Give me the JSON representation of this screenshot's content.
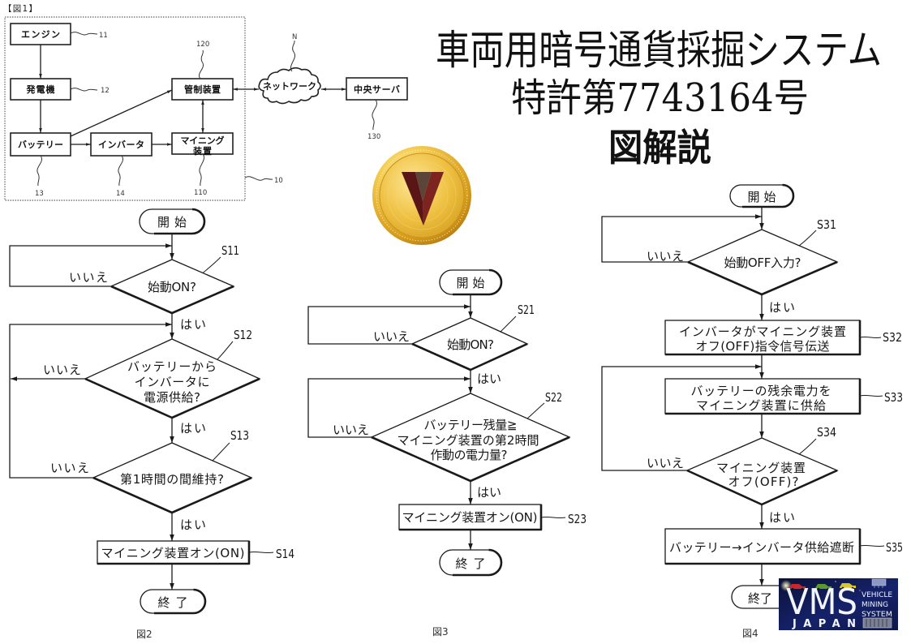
{
  "header": {
    "title_line1": "車両用暗号通貨採掘システム",
    "title_line2": {
      "prefix": "特許第",
      "number": "7743164",
      "suffix": "号"
    },
    "title_line3": "図解説"
  },
  "common": {
    "start": "開始",
    "end": "終了",
    "yes": "はい",
    "no": "いいえ"
  },
  "fig1": {
    "label": "【図1】",
    "blocks": {
      "engine": "エンジン",
      "generator": "発電機",
      "battery": "バッテリー",
      "inverter": "インバータ",
      "mining_line1": "マイニング",
      "mining_line2": "装置",
      "control": "管制装置",
      "network": "ネットワーク",
      "server": "中央サーバ"
    },
    "refs": {
      "engine": "11",
      "generator": "12",
      "battery": "13",
      "inverter": "14",
      "mining": "110",
      "control": "120",
      "network": "N",
      "server": "130",
      "vehicle": "10"
    }
  },
  "fig2": {
    "caption": "図2",
    "s11": {
      "id": "S11",
      "lines": [
        "始動ON?"
      ]
    },
    "s12": {
      "id": "S12",
      "lines": [
        "バッテリーから",
        "インバータに",
        "電源供給?"
      ]
    },
    "s13": {
      "id": "S13",
      "lines": [
        "第1時間の間維持?"
      ]
    },
    "s14": {
      "id": "S14",
      "lines": [
        "マイニング装置オン(ON)"
      ]
    }
  },
  "fig3": {
    "caption": "図3",
    "s21": {
      "id": "S21",
      "lines": [
        "始動ON?"
      ]
    },
    "s22": {
      "id": "S22",
      "lines": [
        "バッテリー残量≧",
        "マイニング装置の第2時間",
        "作動の電力量?"
      ]
    },
    "s23": {
      "id": "S23",
      "lines": [
        "マイニング装置オン(ON)"
      ]
    }
  },
  "fig4": {
    "caption": "図4",
    "s31": {
      "id": "S31",
      "lines": [
        "始動OFF入力?"
      ]
    },
    "s32": {
      "id": "S32",
      "lines": [
        "インバータがマイニング装置",
        "オフ(OFF)指令信号伝送"
      ]
    },
    "s33": {
      "id": "S33",
      "lines": [
        "バッテリーの残余電力を",
        "マイニング装置に供給"
      ]
    },
    "s34": {
      "id": "S34",
      "lines": [
        "マイニング装置",
        "オフ(OFF)?"
      ]
    },
    "s35": {
      "id": "S35",
      "lines": [
        "バッテリー→インバータ供給遮断"
      ]
    }
  },
  "icons": {
    "coin": "v-coin-icon",
    "logo": "vms-japan-logo"
  },
  "logo": {
    "brand": "VMS",
    "country": "JAPAN",
    "tagline": [
      "VEHICLE",
      "MINING",
      "SYSTEM"
    ]
  },
  "colors": {
    "ink": "#1a1a1a",
    "coin_gold": "#e9b632",
    "coin_emblem": "#6a1d1b",
    "logo_bg": "#0e1848"
  }
}
